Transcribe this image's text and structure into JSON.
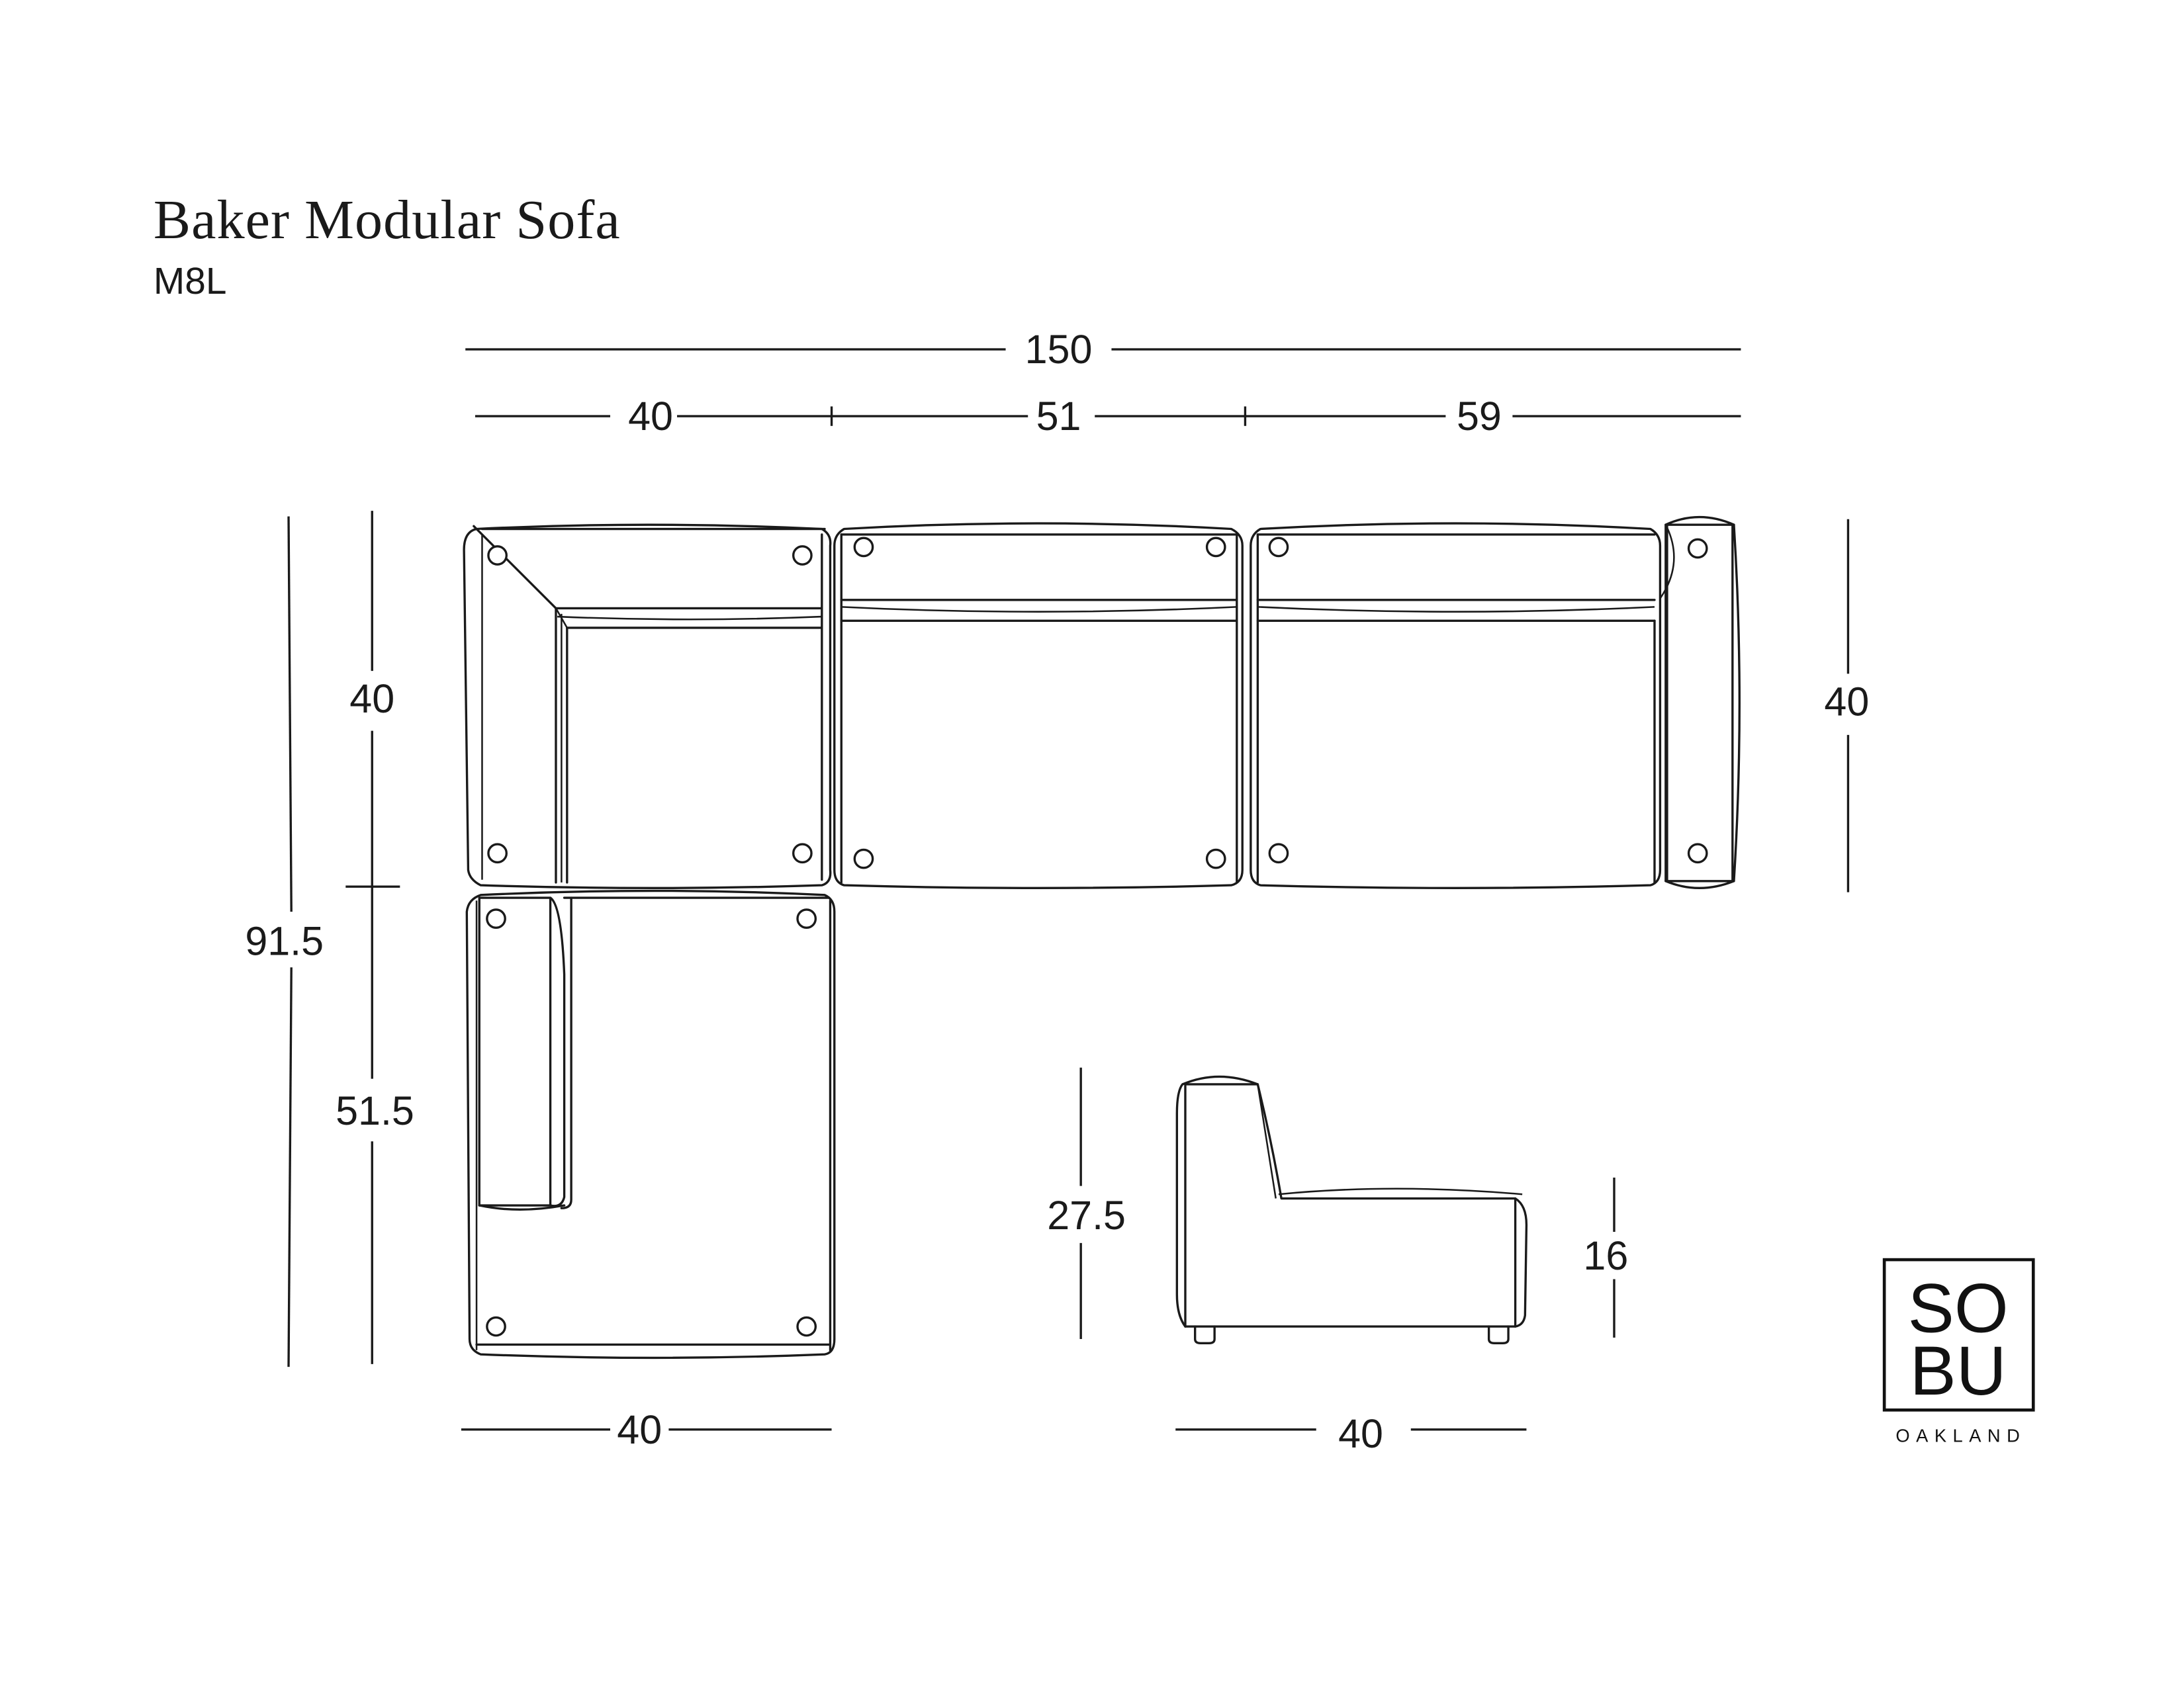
{
  "header": {
    "title": "Baker Modular Sofa",
    "model": "M8L"
  },
  "top_view": {
    "overall_width": "150",
    "module_widths": [
      "40",
      "51",
      "59"
    ],
    "right_depth": "40",
    "left_depth_upper": "40",
    "left_depth_lower": "51.5",
    "overall_depth": "91.5",
    "chaise_width": "40"
  },
  "side_view": {
    "overall_height": "27.5",
    "seat_height": "16",
    "depth": "40"
  },
  "logo": {
    "line1": "SO",
    "line2": "BU",
    "tagline": "OAKLAND"
  }
}
